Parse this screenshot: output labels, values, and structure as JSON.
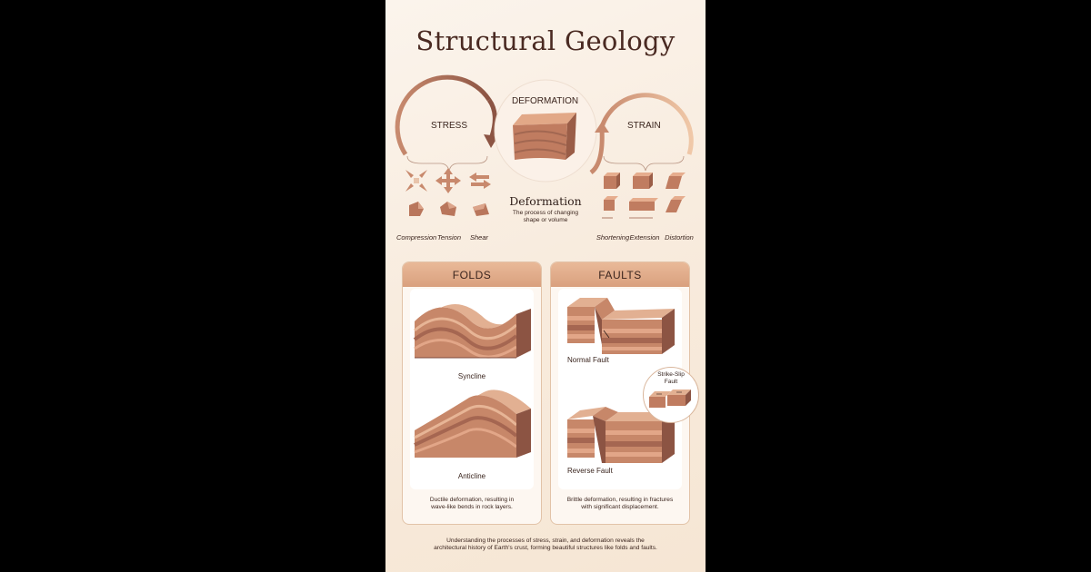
{
  "title": "Structural Geology",
  "cycle": {
    "stress": "STRESS",
    "deformation": "DEFORMATION",
    "strain": "STRAIN"
  },
  "definition": {
    "term": "Deformation",
    "text_line1": "The process of changing",
    "text_line2": "shape or volume"
  },
  "stress_types": [
    "Compression",
    "Tension",
    "Shear"
  ],
  "strain_types": [
    "Shortening",
    "Extension",
    "Distortion"
  ],
  "folds": {
    "header": "FOLDS",
    "syncline": "Syncline",
    "anticline": "Anticline",
    "desc_line1": "Ductile deformation, resulting in",
    "desc_line2": "wave-like bends in rock layers."
  },
  "faults": {
    "header": "FAULTS",
    "normal": "Normal Fault",
    "strike_slip_line1": "Strike-Slip",
    "strike_slip_line2": "Fault",
    "reverse": "Reverse Fault",
    "desc_line1": "Brittle deformation, resulting in fractures",
    "desc_line2": "with significant displacement."
  },
  "footer": {
    "line1": "Understanding the processes of stress, strain, and deformation reveals the",
    "line2": "architectural history of Earth's crust, forming beautiful structures like folds and faults."
  }
}
